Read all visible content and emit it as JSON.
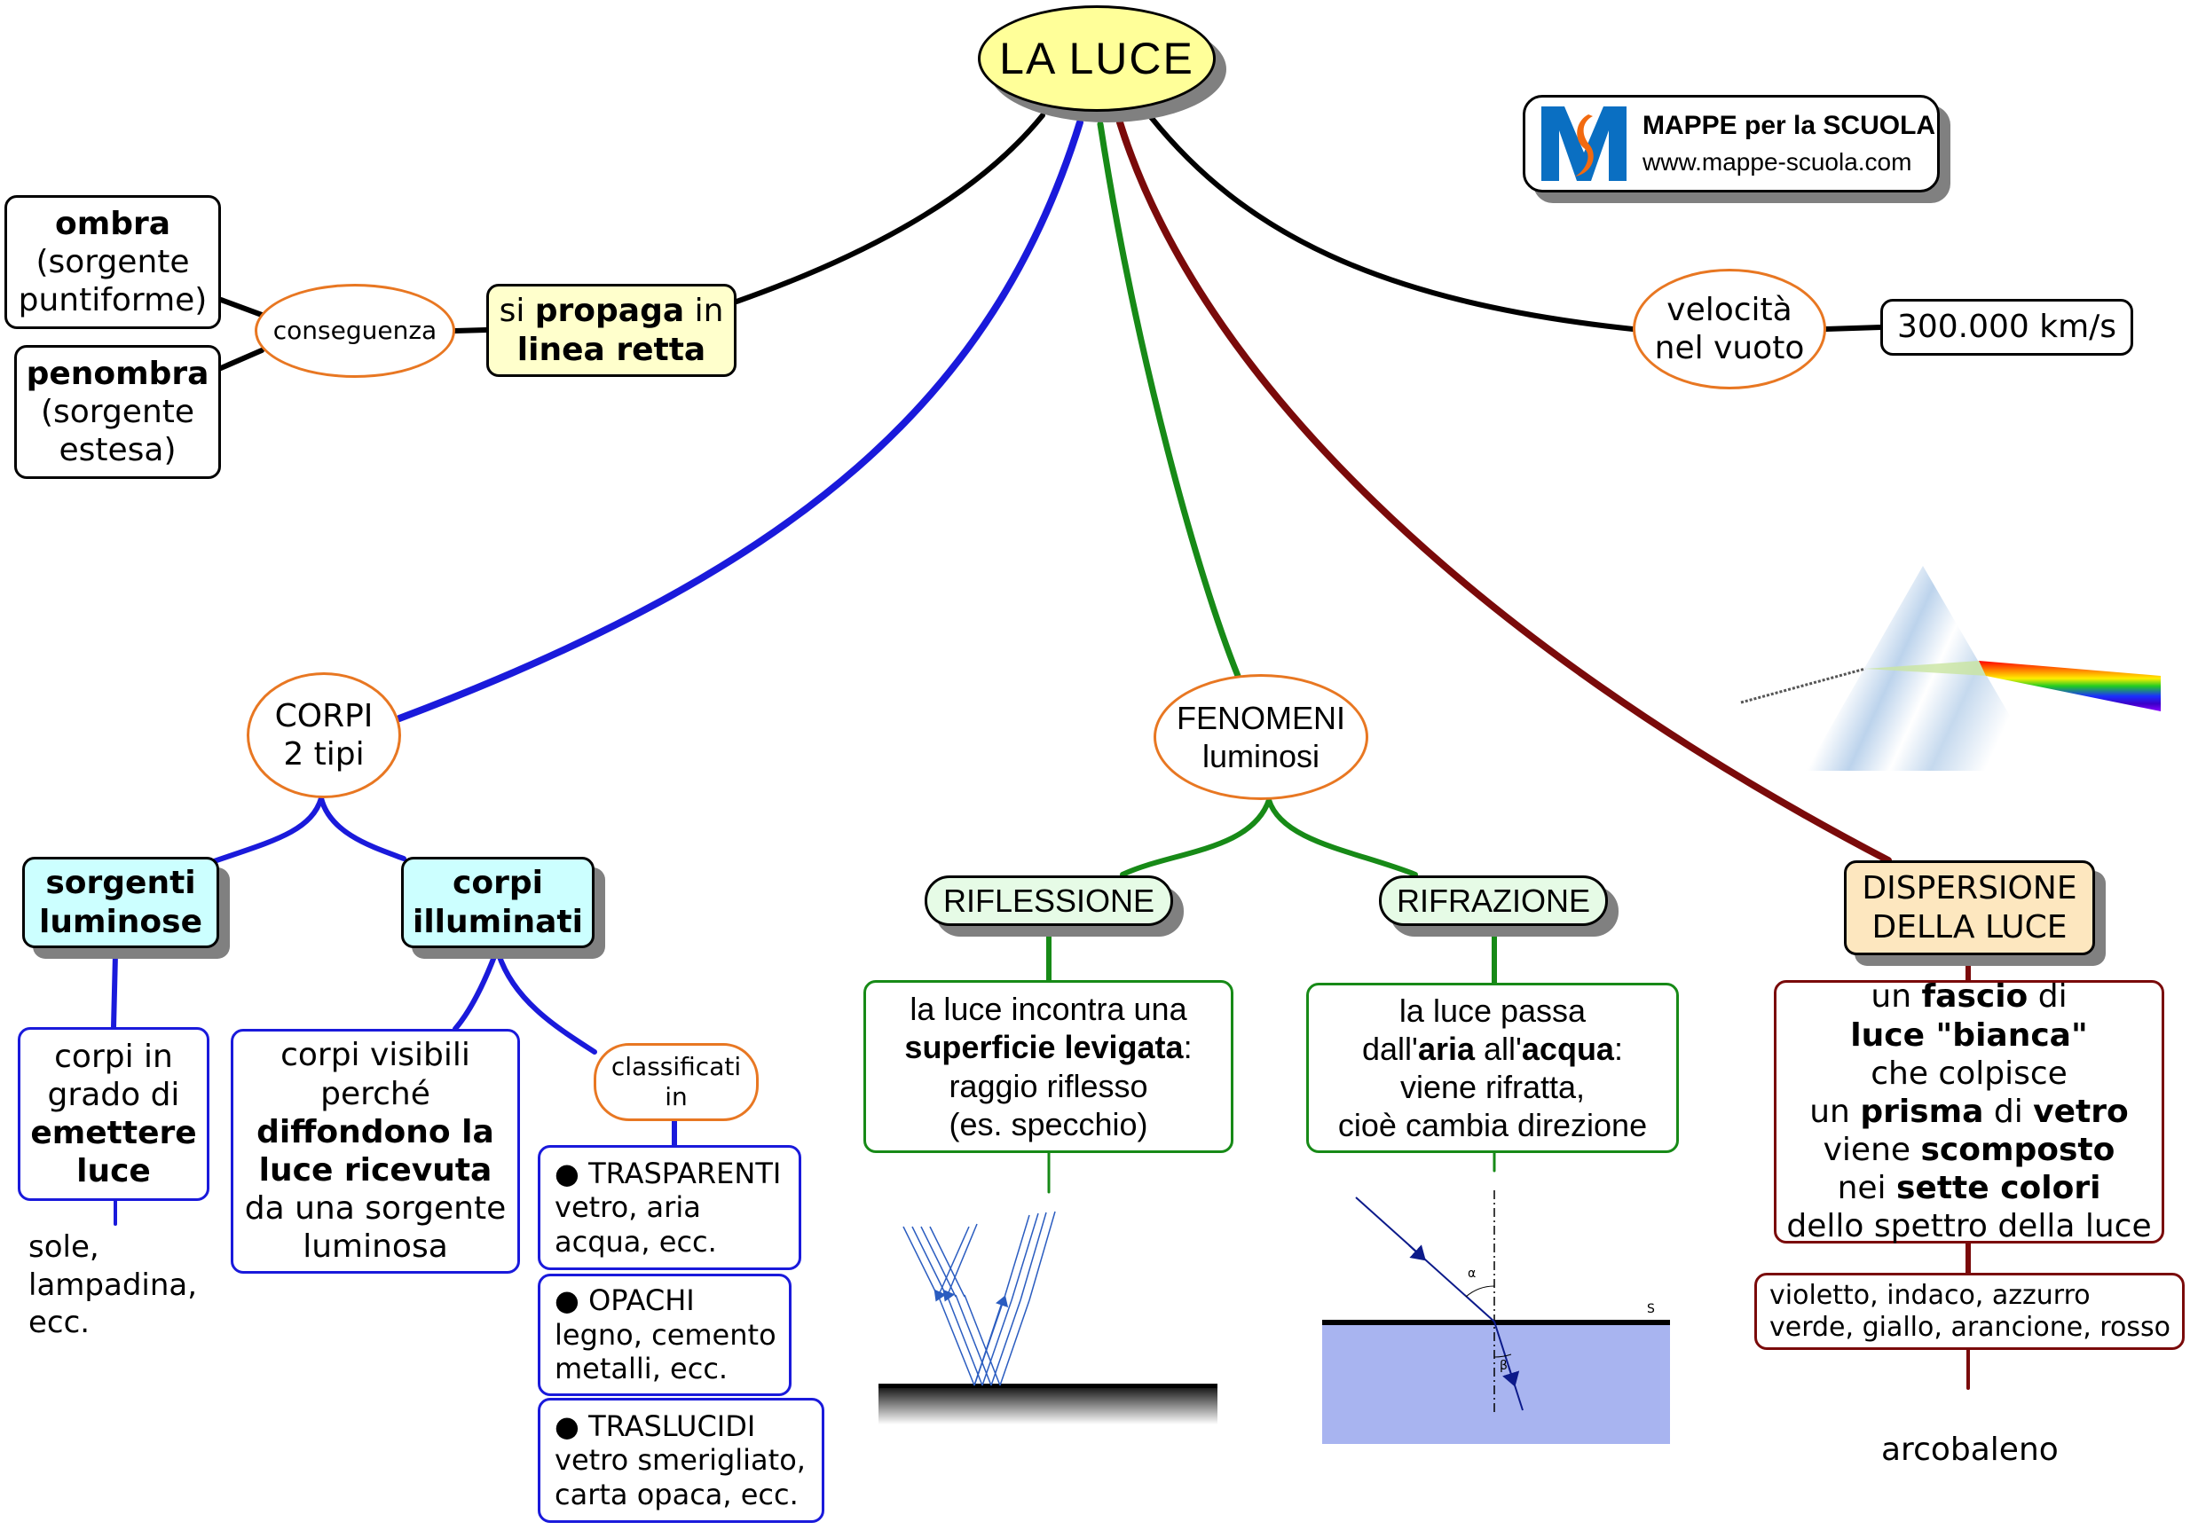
{
  "title": "LA LUCE",
  "logo": {
    "brand": "MAPPE per la SCUOLA",
    "url": "www.mappe-scuola.com",
    "colors": {
      "blue": "#0a6fc2",
      "orange": "#f26a10"
    }
  },
  "propagation": {
    "main": {
      "pre": "si ",
      "bold": "propaga",
      "post": " in",
      "line2": "linea retta"
    },
    "link": "conseguenza",
    "ombra": {
      "title": "ombra",
      "line2": "(sorgente",
      "line3": "puntiforme)"
    },
    "penombra": {
      "title": "penombra",
      "line2": "(sorgente",
      "line3": "estesa)"
    }
  },
  "speed": {
    "link_line1": "velocità",
    "link_line2": "nel vuoto",
    "value": "300.000 km/s"
  },
  "corpi": {
    "line1": "CORPI",
    "line2": "2 tipi",
    "sorgenti": {
      "line1": "sorgenti",
      "line2": "luminose"
    },
    "sorgenti_desc": {
      "line1": "corpi in",
      "line2": "grado di",
      "line3": "emettere",
      "line4": "luce"
    },
    "sorgenti_examples": [
      "sole,",
      "lampadina,",
      "ecc."
    ],
    "illuminati": {
      "line1": "corpi",
      "line2": "illuminati"
    },
    "illuminati_desc": {
      "line1": "corpi visibili",
      "line2": "perché",
      "line3": "diffondono la",
      "line4": "luce ricevuta",
      "line5": "da una sorgente",
      "line6": "luminosa"
    },
    "classificati": {
      "line1": "classificati",
      "line2": "in"
    },
    "categories": [
      {
        "name": "TRASPARENTI",
        "line1": "vetro, aria",
        "line2": "acqua, ecc."
      },
      {
        "name": "OPACHI",
        "line1": "legno, cemento",
        "line2": "metalli, ecc."
      },
      {
        "name": "TRASLUCIDI",
        "line1": "vetro smerigliato,",
        "line2": "carta opaca, ecc."
      }
    ]
  },
  "fenomeni": {
    "line1": "FENOMENI",
    "line2": "luminosi",
    "riflessione": {
      "label": "RIFLESSIONE",
      "line1": "la luce incontra una",
      "line2_bold": "superficie levigata",
      "line2_post": ":",
      "line3": "raggio riflesso",
      "line4": "(es. specchio)"
    },
    "rifrazione": {
      "label": "RIFRAZIONE",
      "line1": "la luce passa",
      "line2_pre": "dall'",
      "line2_b1": "aria",
      "line2_mid": " all'",
      "line2_b2": "acqua",
      "line2_post": ":",
      "line3": "viene rifratta,",
      "line4": "cioè cambia direzione",
      "diagram_labels": {
        "alpha": "α",
        "beta": "β",
        "surface": "S"
      }
    }
  },
  "dispersione": {
    "line1": "DISPERSIONE",
    "line2": "DELLA LUCE",
    "desc": [
      [
        {
          "t": "un ",
          "b": false
        },
        {
          "t": "fascio",
          "b": true
        },
        {
          "t": " di",
          "b": false
        }
      ],
      [
        {
          "t": "luce \"bianca\"",
          "b": true
        }
      ],
      [
        {
          "t": "che colpisce",
          "b": false
        }
      ],
      [
        {
          "t": "un ",
          "b": false
        },
        {
          "t": "prisma",
          "b": true
        },
        {
          "t": " di ",
          "b": false
        },
        {
          "t": "vetro",
          "b": true
        }
      ],
      [
        {
          "t": "viene ",
          "b": false
        },
        {
          "t": "scomposto",
          "b": true
        }
      ],
      [
        {
          "t": "nei ",
          "b": false
        },
        {
          "t": "sette colori",
          "b": true
        }
      ],
      [
        {
          "t": "dello spettro della luce",
          "b": false
        }
      ]
    ],
    "colors_line1": "violetto, indaco, azzurro",
    "colors_line2": "verde, giallo, arancione, rosso",
    "result": "arcobaleno"
  },
  "palette": {
    "root_fill": "#ffff99",
    "propaga_fill": "#ffffcc",
    "corpi_fill": "#ccffff",
    "fenomeni_fill": "#e6fbe6",
    "dispersione_fill": "#fde7bf",
    "link_border": "#e87722",
    "blue_branch": "#1a1adb",
    "green_branch": "#178a17",
    "maroon_branch": "#7a0a0a",
    "water": "#a8b4f0"
  }
}
